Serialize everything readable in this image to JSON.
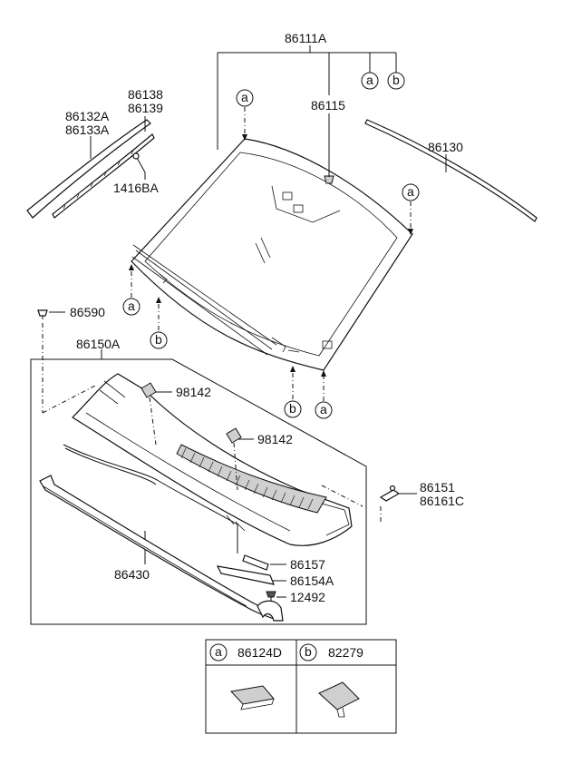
{
  "labels": {
    "glass_assy": "86111A",
    "stopper": "86115",
    "top_moulding": "86130",
    "side_moulding_a": "86132A",
    "side_moulding_b": "86133A",
    "retainer_a": "86138",
    "retainer_b": "86139",
    "screw": "1416BA",
    "clip": "86590",
    "cowl_assy": "86150A",
    "nozzle_1": "98142",
    "nozzle_2": "98142",
    "bracket_a": "86151",
    "bracket_b": "86161C",
    "cowl_seal": "86430",
    "hose": "86157",
    "cover": "86154A",
    "bolt": "12492"
  },
  "callouts": {
    "a": "a",
    "b": "b"
  },
  "legend": {
    "a_letter": "a",
    "a_part": "86124D",
    "b_letter": "b",
    "b_part": "82279"
  }
}
